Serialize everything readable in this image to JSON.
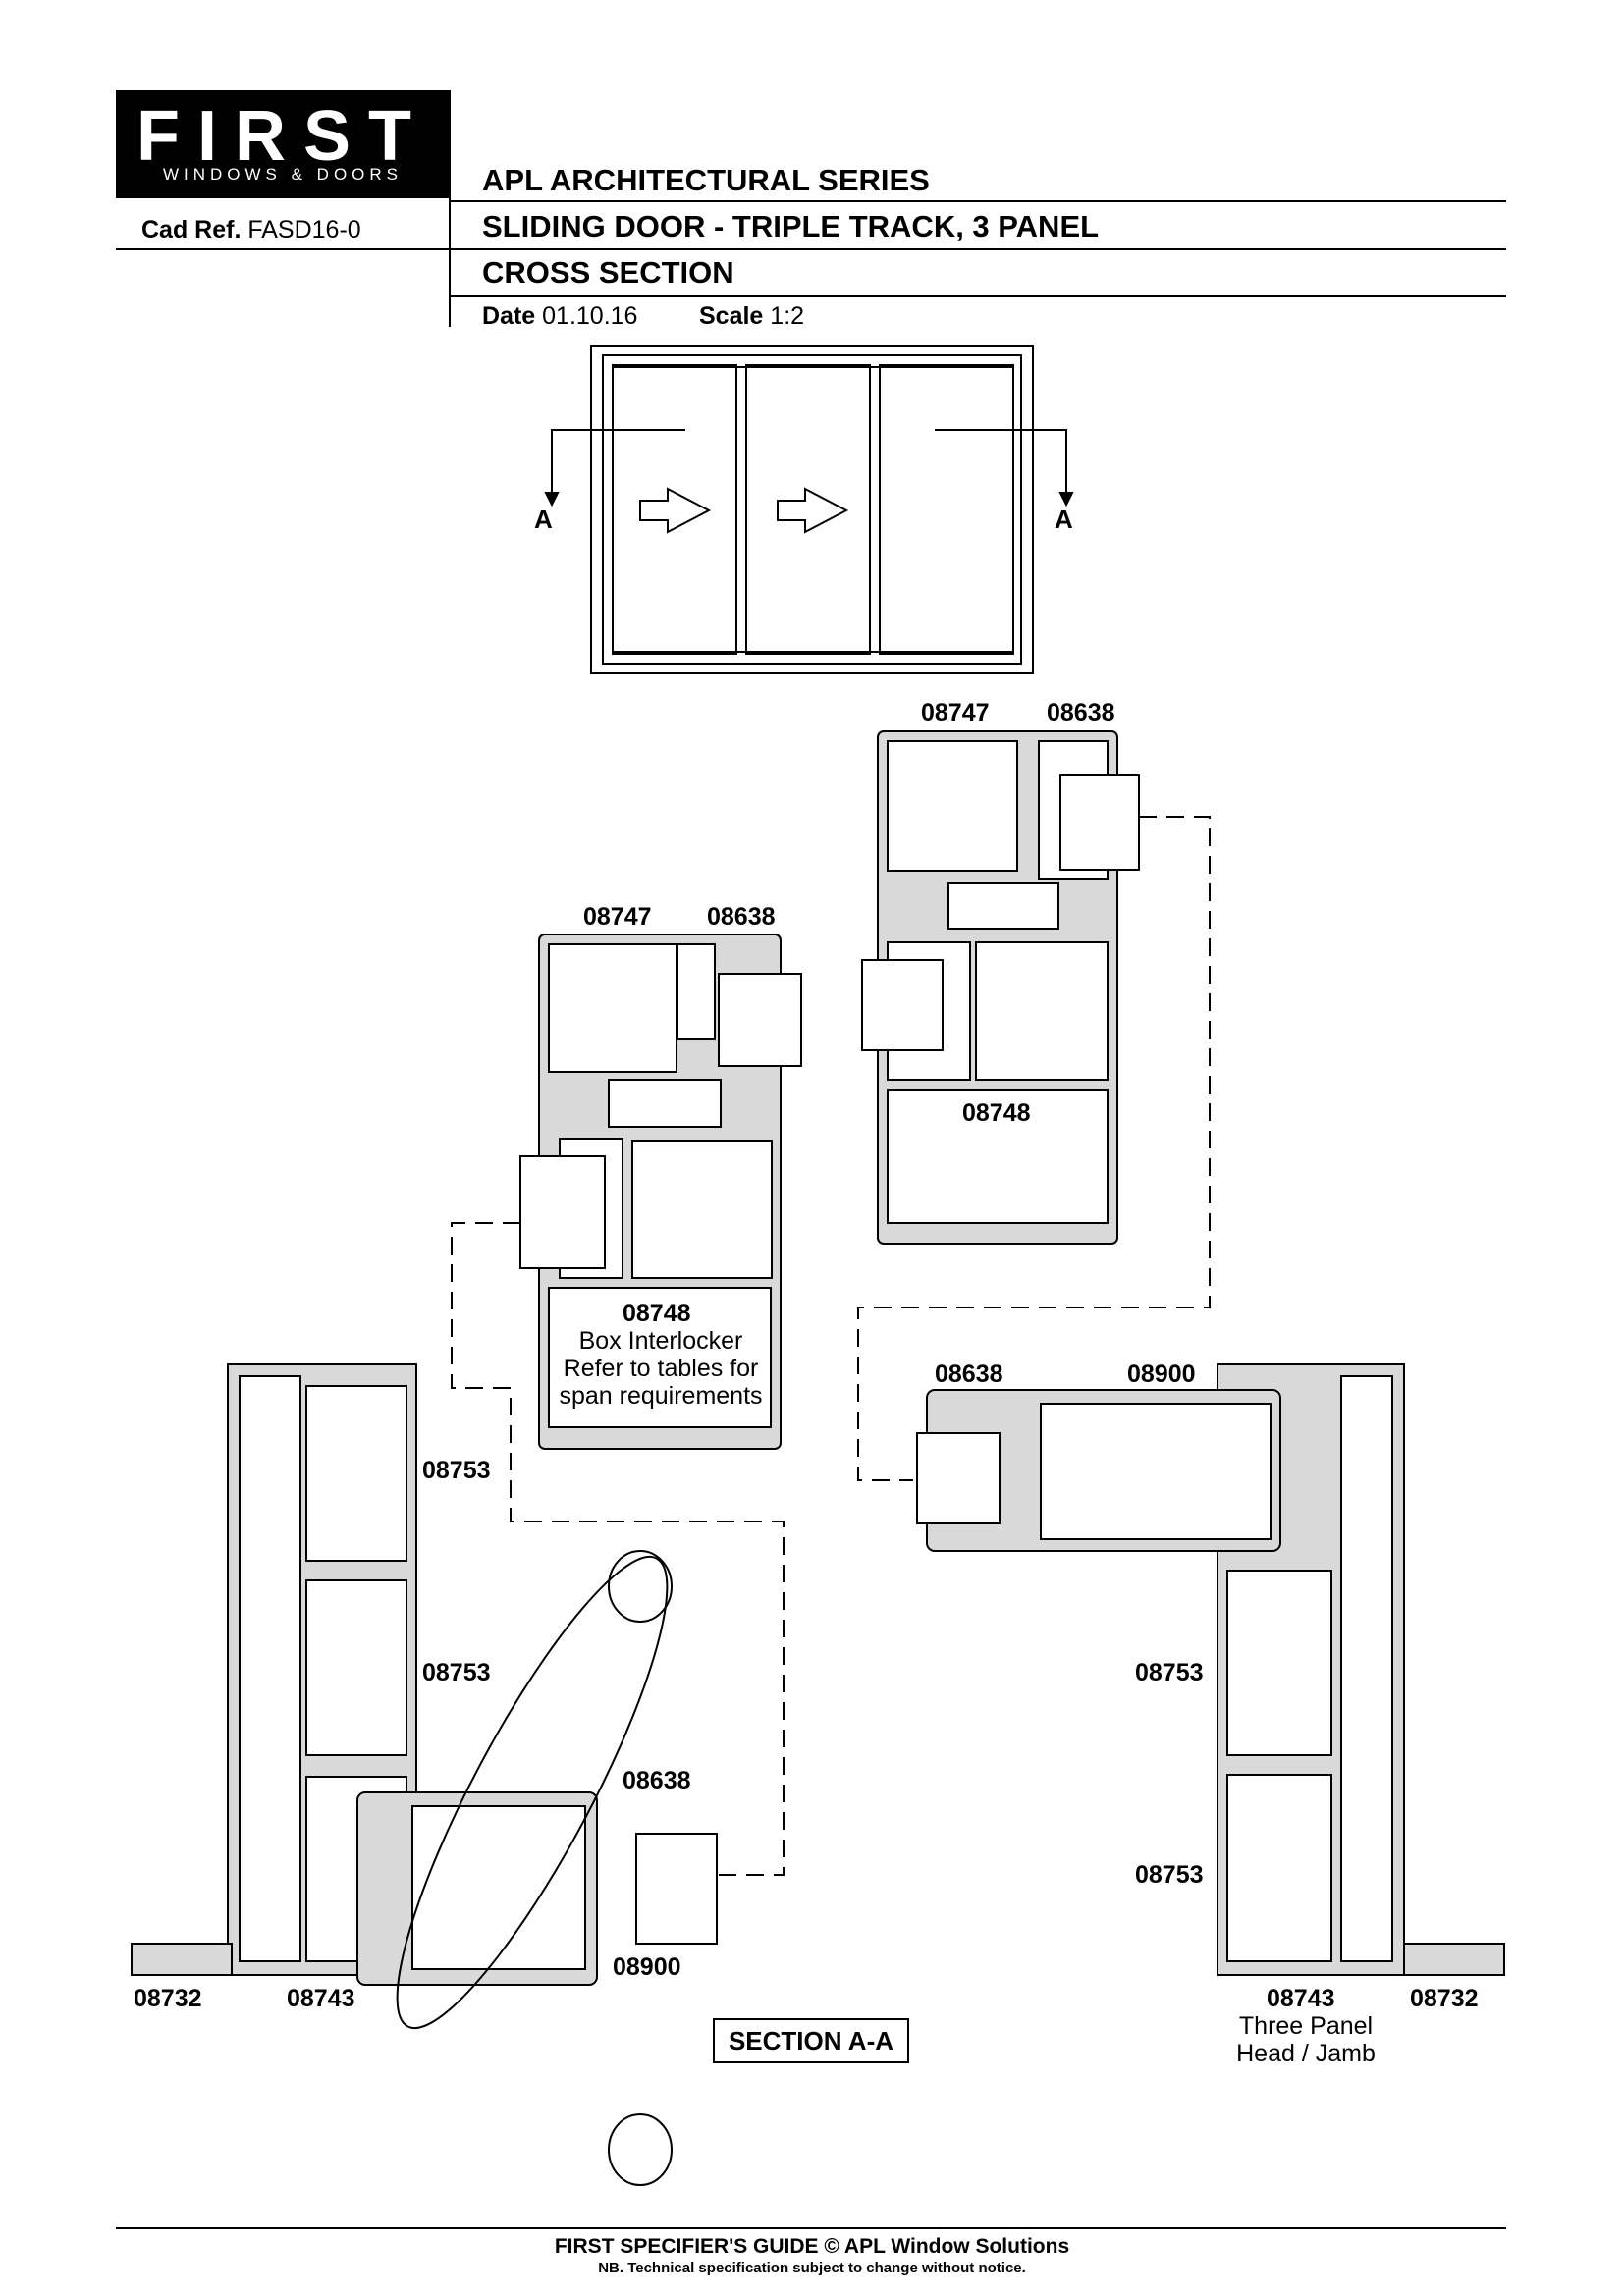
{
  "logo": {
    "word": "FIRST",
    "sub": "WINDOWS & DOORS"
  },
  "cad_ref": {
    "label": "Cad Ref.",
    "value": "FASD16-0"
  },
  "title": {
    "series": "APL ARCHITECTURAL SERIES",
    "product": "SLIDING DOOR - TRIPLE TRACK, 3 PANEL",
    "view": "CROSS SECTION"
  },
  "meta": {
    "date_label": "Date",
    "date": "01.10.16",
    "scale_label": "Scale",
    "scale": "1:2"
  },
  "elevation": {
    "section_mark_left": "A",
    "section_mark_right": "A"
  },
  "labels": {
    "top_right_interlock_a": "08747",
    "top_right_interlock_b": "08638",
    "top_right_box": "08748",
    "mid_interlock_a": "08747",
    "mid_interlock_b": "08638",
    "mid_box": "08748",
    "mid_note_1": "Box Interlocker",
    "mid_note_2": "Refer to tables for",
    "mid_note_3": "span requirements",
    "left_jamb_upper": "08753",
    "left_jamb_lower": "08753",
    "left_sash_glazing": "08638",
    "left_sash": "08900",
    "left_bottom_a": "08732",
    "left_bottom_b": "08743",
    "right_sash_glazing": "08638",
    "right_sash": "08900",
    "right_jamb_upper": "08753",
    "right_jamb_lower": "08753",
    "right_bottom_a": "08743",
    "right_bottom_b": "08732",
    "right_note_1": "Three Panel",
    "right_note_2": "Head / Jamb"
  },
  "section_label": "SECTION A-A",
  "footer": {
    "line1": "FIRST SPECIFIER'S GUIDE  © APL Window Solutions",
    "line2": "NB. Technical specification subject to change without notice."
  }
}
